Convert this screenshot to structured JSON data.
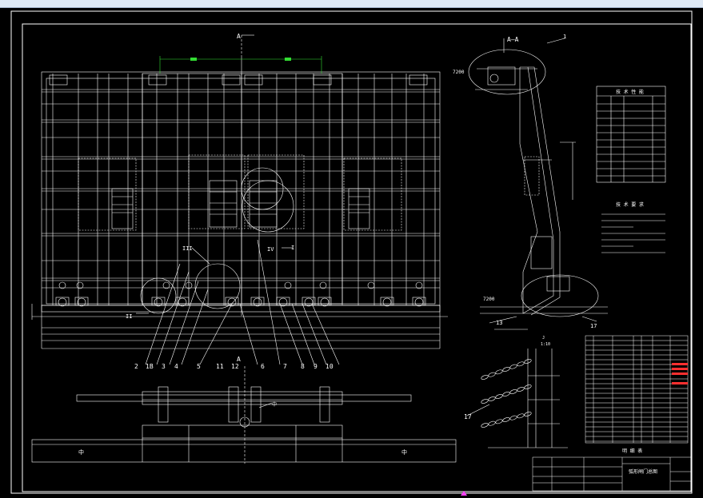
{
  "drawing": {
    "section_label": "A—A",
    "view_arrow_top": "A",
    "view_arrow_bottom": "A",
    "middle_marker_top": "中",
    "middle_marker_left": "中",
    "middle_marker_right": "中",
    "detail_roman_2": "II",
    "detail_roman_3": "III",
    "detail_roman_4": "IV",
    "detail_roman_5": "I",
    "detail_number_1": "1",
    "detail_label_j": "J",
    "detail_label_scale": "1:10",
    "dim_7200_upper": "7200",
    "dim_7200_lower": "7200",
    "dim_13": "13",
    "dim_17": "17",
    "balloons": [
      "2",
      "1B",
      "3",
      "4",
      "5",
      "11",
      "12",
      "6",
      "7",
      "8",
      "9",
      "10",
      "17"
    ],
    "spec_table_title": "技 术 性 能",
    "tech_notes_title": "技 术 要 求",
    "parts_list_title": "明 细 表",
    "title_block_name": "弧形闸门总图"
  },
  "colors": {
    "lines": "#ffffff",
    "highlight": "#33dd33",
    "accent_red": "#ff3030",
    "magenta": "#ff40ff",
    "cyan": "#00e0ff"
  }
}
